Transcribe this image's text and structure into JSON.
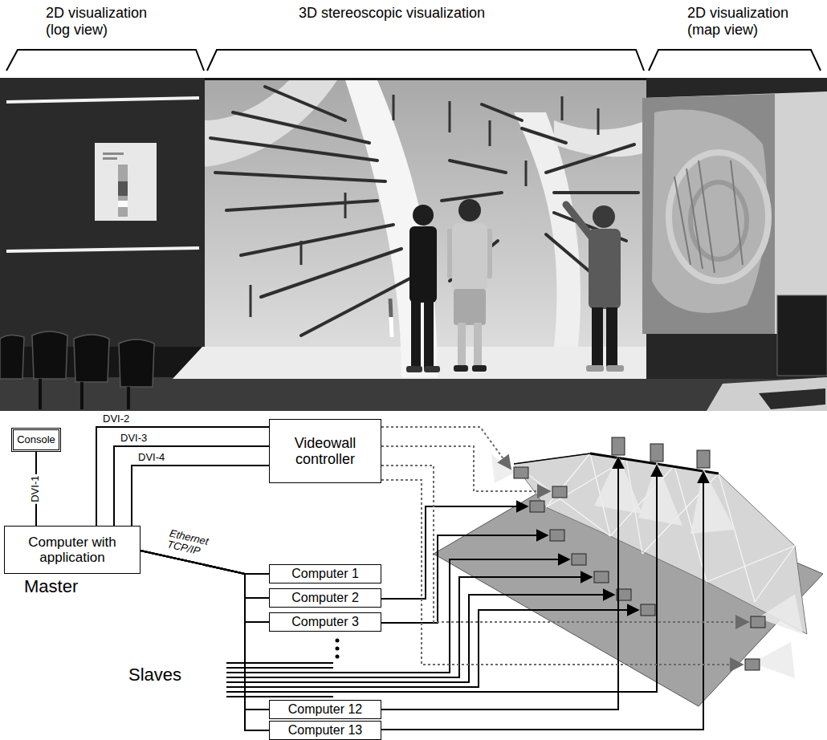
{
  "diagram": {
    "nodes": [
      {
        "text": [
          "Console"
        ]
      },
      {
        "text": [
          "Computer with application"
        ]
      },
      {
        "text": [
          "Videowall controller"
        ]
      },
      {
        "text": [
          "Computer 1"
        ]
      },
      {
        "text": [
          "Computer 2"
        ]
      },
      {
        "text": [
          "Computer 3"
        ]
      },
      {
        "text": [
          "Computer 12"
        ]
      },
      {
        "text": [
          "Computer 13"
        ]
      }
    ],
    "edges": [
      {
        "from": 0,
        "to": 1,
        "label": "DVI-1",
        "arrow": "none"
      },
      {
        "from": 1,
        "to": 2,
        "label": "DVI-2",
        "arrow": "none"
      },
      {
        "from": 1,
        "to": 2,
        "label": "DVI-3",
        "arrow": "none"
      },
      {
        "from": 1,
        "to": 2,
        "label": "DVI-4",
        "arrow": "none"
      },
      {
        "from": 1,
        "to": 3,
        "label": "Ethernet TCP/IP",
        "arrow": "none"
      },
      {
        "from": 1,
        "to": 4,
        "arrow": "none"
      },
      {
        "from": 1,
        "to": 5,
        "arrow": "none"
      },
      {
        "from": 1,
        "to": 6,
        "arrow": "none"
      },
      {
        "from": 1,
        "to": 7,
        "arrow": "none"
      }
    ],
    "labels": [
      "2D visualization (log view)",
      "3D stereoscopic visualization",
      "2D visualization (map view)",
      "Master",
      "Slaves"
    ]
  }
}
